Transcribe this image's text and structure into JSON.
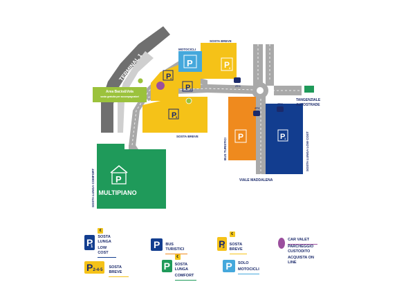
{
  "map": {
    "terminal": "TERMINAL 1",
    "motocicli_top": "MOTOCICLI",
    "sosta_breve_top": "SOSTA BREVE",
    "sosta_breve_bottom": "SOSTA BREVE",
    "bus_turistici_vertical": "BUS TURISTICI",
    "low_cost_vertical": "SOSTA LUNGA LOW COST",
    "comfort_vertical": "SOSTA LUNGA COMFORT",
    "multipiano": "MULTIPIANO",
    "viale": "VIALE MADDALENA",
    "tangenziale": "TANGENZIALE",
    "autostrade": "AUTOSTRADE",
    "kiss_title": "Area Bacio&Vola",
    "kiss_sub": "sosta gratuita per accompagnatori",
    "ztc1": "ZTC",
    "ztc2": "ZTC",
    "ztc3": "ZTC",
    "p": "P",
    "p4": "4",
    "p2": "2",
    "p5": "5",
    "p1": "1",
    "p3": "3",
    "colors": {
      "yellow": "#f5c218",
      "orange": "#ef8a1e",
      "navy": "#123d8f",
      "green": "#1f9a5a",
      "lightblue": "#45a8dc",
      "purple": "#9b4f9e",
      "kiss_green": "#9bc23c",
      "road": "#a9a9a9",
      "terminal": "#6f6f6f"
    }
  },
  "legend": {
    "l1": {
      "p": "P",
      "sub": "1",
      "t1": "SOSTA LUNGA",
      "t2": "LOW COST",
      "badge": "€"
    },
    "l2": {
      "p": "P",
      "t1": "BUS TURISTICI"
    },
    "l3": {
      "p": "P",
      "sub": "3",
      "t1": "SOSTA BREVE",
      "badge": "€"
    },
    "l4": {
      "t1": "CAR VALET",
      "t2": "PARCHEGGIO CUSTODITO",
      "t3": "ACQUISTA ON LINE"
    },
    "l5": {
      "p": "P",
      "sub": "2-4-5",
      "t1": "SOSTA  BREVE"
    },
    "l6": {
      "p": "P",
      "t1": "SOSTA LUNGA",
      "t2": "COMFORT",
      "badge": "€"
    },
    "l7": {
      "p": "P",
      "t1": "SOLO",
      "t2": "MOTOCICLI"
    }
  }
}
